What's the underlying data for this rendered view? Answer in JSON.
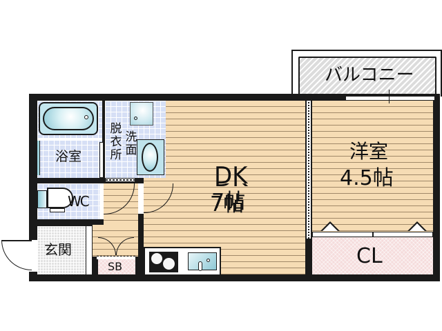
{
  "floor_plan": {
    "rooms": {
      "balcony": {
        "label": "バルコニー"
      },
      "bath": {
        "label": "浴室"
      },
      "dressing": {
        "label_lines": [
          "脱",
          "衣",
          "所"
        ]
      },
      "washroom": {
        "label_lines": [
          "洗",
          "面"
        ]
      },
      "wc": {
        "label": "WC"
      },
      "entrance": {
        "label": "玄関"
      },
      "shoe_box": {
        "label": "SB"
      },
      "dk": {
        "label": "DK",
        "size": "7帖"
      },
      "western_room": {
        "label": "洋室",
        "size": "4.5帖"
      },
      "closet": {
        "label": "CL"
      }
    },
    "colors": {
      "wall": "#1a1a1a",
      "wood_floor": "#f6dcb4",
      "tile_blue": "#d6dff5",
      "tile_grey": "#e2e2e2",
      "closet_pink": "#f5dcdc",
      "fixture_cyan": "#8ec9d6"
    }
  }
}
